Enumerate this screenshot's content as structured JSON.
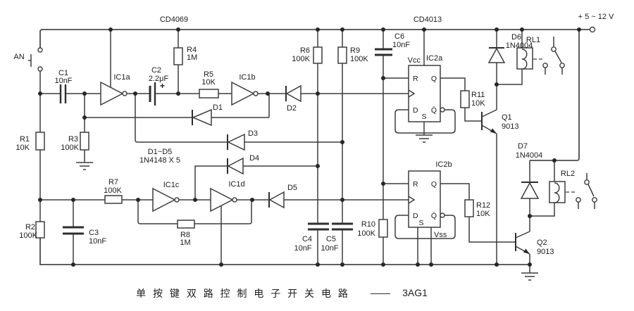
{
  "chips": {
    "cd4069": "CD4069",
    "cd4013": "CD4013"
  },
  "power": {
    "label": "+ 5 ~ 12 V"
  },
  "button": {
    "label": "AN"
  },
  "gates": {
    "ic1a": "IC1a",
    "ic1b": "IC1b",
    "ic1c": "IC1c",
    "ic1d": "IC1d"
  },
  "flipflops": {
    "ic2a": {
      "label": "IC2a",
      "vcc": "Vcc",
      "pins": {
        "r": "R",
        "q": "Q",
        "d": "D",
        "qbar": "Q̄",
        "s": "S"
      }
    },
    "ic2b": {
      "label": "IC2b",
      "vss": "Vss",
      "pins": {
        "r": "R",
        "q": "Q",
        "d": "D",
        "qbar": "Q̄",
        "s": "S"
      }
    }
  },
  "resistors": {
    "r1": {
      "name": "R1",
      "value": "10K"
    },
    "r2": {
      "name": "R2",
      "value": "100K"
    },
    "r3": {
      "name": "R3",
      "value": "100K"
    },
    "r4": {
      "name": "R4",
      "value": "1M"
    },
    "r5": {
      "name": "R5",
      "value": "10K"
    },
    "r6": {
      "name": "R6",
      "value": "100K"
    },
    "r7": {
      "name": "R7",
      "value": "100K"
    },
    "r8": {
      "name": "R8",
      "value": "1M"
    },
    "r9": {
      "name": "R9",
      "value": "100K"
    },
    "r10": {
      "name": "R10",
      "value": "100K"
    },
    "r11": {
      "name": "R11",
      "value": "10K"
    },
    "r12": {
      "name": "R12",
      "value": "10K"
    }
  },
  "capacitors": {
    "c1": {
      "name": "C1",
      "value": "10nF"
    },
    "c2": {
      "name": "C2",
      "value": "2.2μF",
      "polarity": "+"
    },
    "c3": {
      "name": "C3",
      "value": "10nF"
    },
    "c4": {
      "name": "C4",
      "value": "10nF"
    },
    "c5": {
      "name": "C5",
      "value": "10nF"
    },
    "c6": {
      "name": "C6",
      "value": "10nF"
    }
  },
  "diodes": {
    "d1": "D1",
    "d2": "D2",
    "d3": "D3",
    "d4": "D4",
    "d5": "D5",
    "group_note": {
      "line1": "D1~D5",
      "line2": "1N4148 X 5"
    },
    "d6": {
      "name": "D6",
      "type": "1N4004"
    },
    "d7": {
      "name": "D7",
      "type": "1N4004"
    }
  },
  "transistors": {
    "q1": {
      "name": "Q1",
      "type": "9013"
    },
    "q2": {
      "name": "Q2",
      "type": "9013"
    }
  },
  "relays": {
    "rl1": "RL1",
    "rl2": "RL2"
  },
  "caption": {
    "title": "单 按 键 双 路 控 制 电 子 开 关 电 路",
    "separator": "——",
    "tube": "3AG1"
  }
}
